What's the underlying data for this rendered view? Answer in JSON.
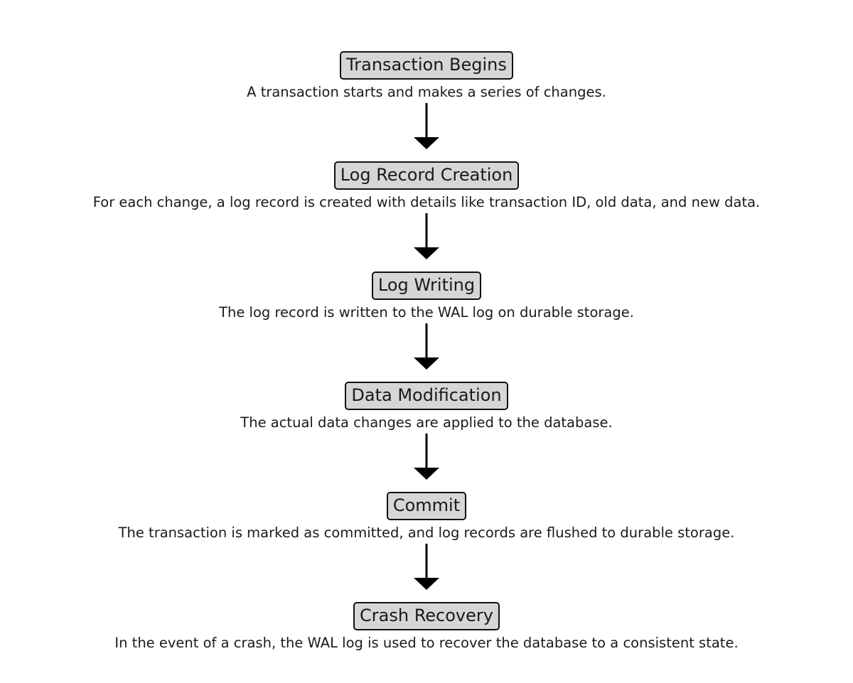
{
  "steps": [
    {
      "title": "Transaction Begins",
      "description": "A transaction starts and makes a series of changes."
    },
    {
      "title": "Log Record Creation",
      "description": "For each change, a log record is created with details like transaction ID, old data, and new data."
    },
    {
      "title": "Log Writing",
      "description": "The log record is written to the WAL log on durable storage."
    },
    {
      "title": "Data Modification",
      "description": "The actual data changes are applied to the database."
    },
    {
      "title": "Commit",
      "description": "The transaction is marked as committed, and log records are flushed to durable storage."
    },
    {
      "title": "Crash Recovery",
      "description": "In the event of a crash, the WAL log is used to recover the database to a consistent state."
    }
  ],
  "colors": {
    "box_fill": "#d6d6d6",
    "box_border": "#111111",
    "text": "#1a1a1a",
    "arrow": "#000000"
  }
}
